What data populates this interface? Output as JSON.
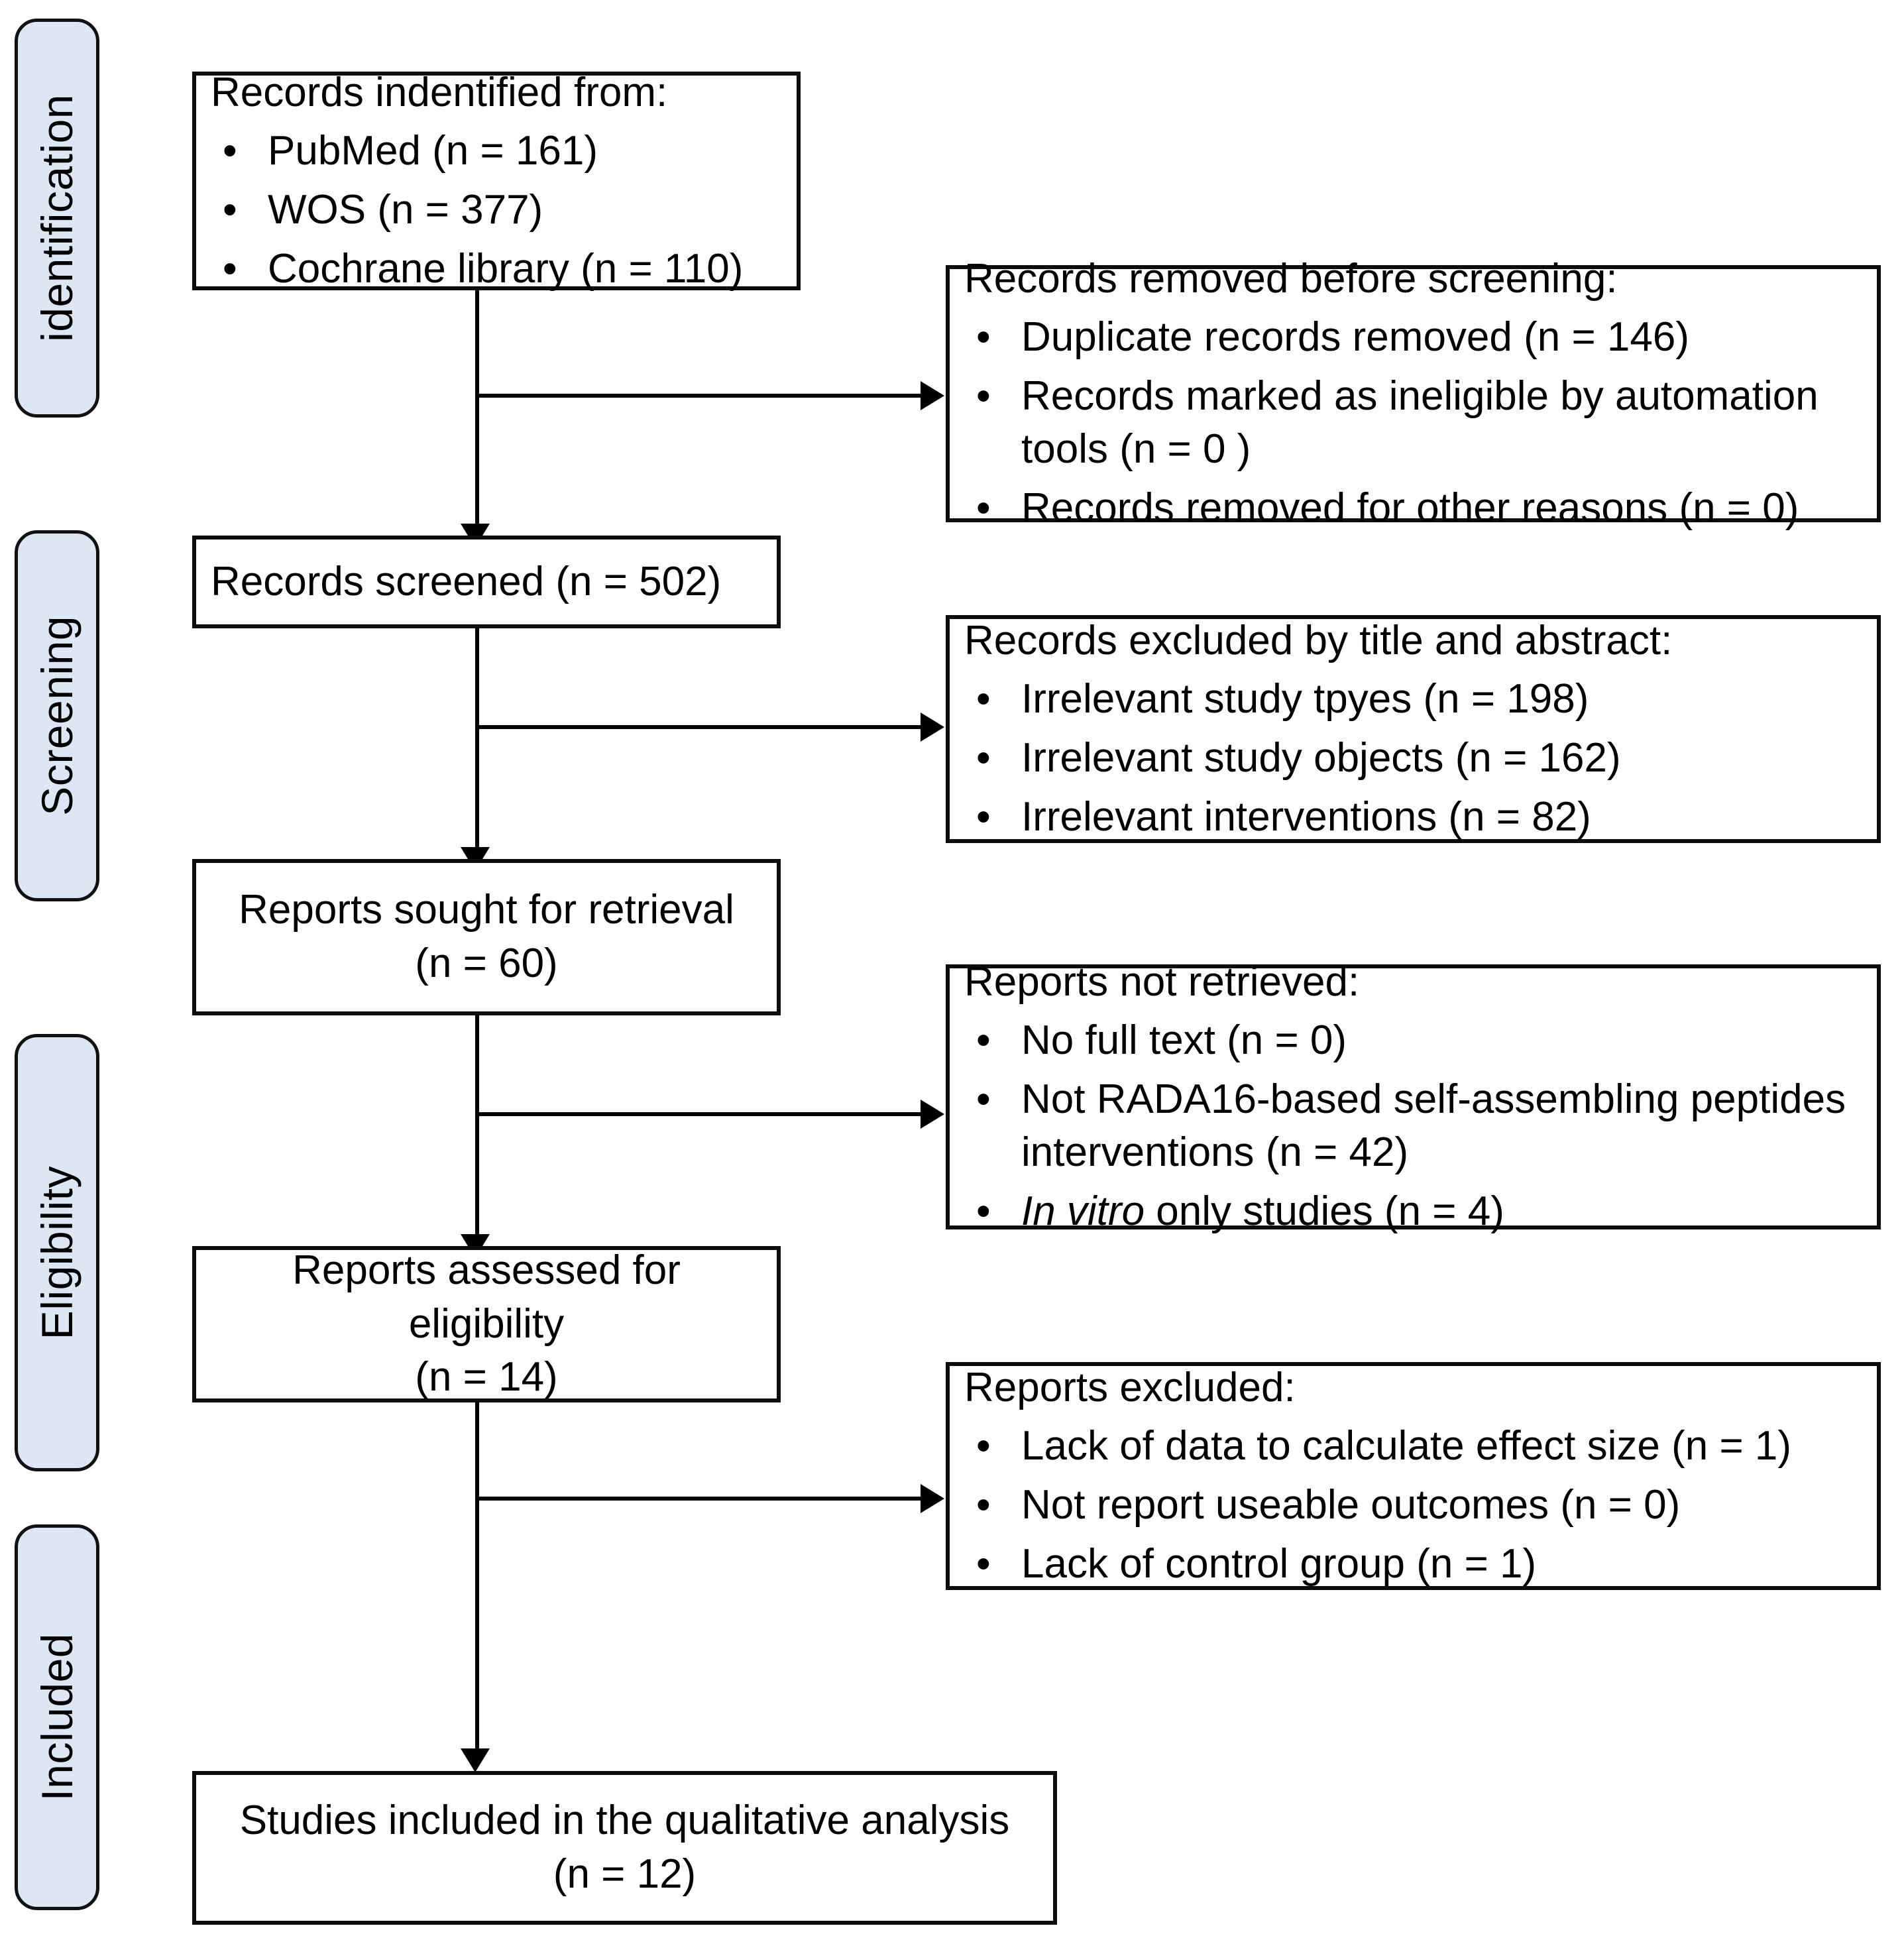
{
  "diagram": {
    "title": "PRISMA flow diagram",
    "accent_color": "#dce6f5",
    "line_color": "#000000"
  },
  "phases": [
    {
      "label": "identification"
    },
    {
      "label": "Screening"
    },
    {
      "label": "Eligibility"
    },
    {
      "label": "Included"
    }
  ],
  "flow": {
    "records_identified": {
      "title": "Records indentified from:",
      "items": [
        "PubMed (n = 161)",
        "WOS (n = 377)",
        "Cochrane library (n = 110)"
      ]
    },
    "records_screened": {
      "title": "Records screened (n = 502)"
    },
    "reports_sought": {
      "line1": "Reports sought for retrieval",
      "line2": "(n = 60)"
    },
    "reports_assessed": {
      "line1": "Reports assessed for eligibility",
      "line2": "(n = 14)"
    },
    "studies_included": {
      "line1": "Studies included in the qualitative analysis",
      "line2": "(n = 12)"
    }
  },
  "exclusions": {
    "removed_before_screening": {
      "title": "Records removed before screening:",
      "items": [
        "Duplicate records removed (n = 146)",
        "Records marked as ineligible by automation tools (n = 0 )",
        "Records removed for other reasons (n = 0)"
      ]
    },
    "excluded_title_abstract": {
      "title": "Records excluded by title and abstract:",
      "items": [
        "Irrelevant study tpyes (n = 198)",
        "Irrelevant study objects (n = 162)",
        "Irrelevant interventions (n = 82)"
      ]
    },
    "reports_not_retrieved": {
      "title": "Reports not retrieved:",
      "items": [
        "No full text (n = 0)",
        "Not RADA16-based self-assembling peptides interventions (n = 42)"
      ],
      "italic_item_prefix": "In vitro",
      "italic_item_rest": " only studies (n = 4)"
    },
    "reports_excluded": {
      "title": "Reports excluded:",
      "items": [
        "Lack of data to calculate effect size (n = 1)",
        "Not report useable outcomes (n = 0)",
        "Lack of control group (n = 1)"
      ]
    }
  }
}
